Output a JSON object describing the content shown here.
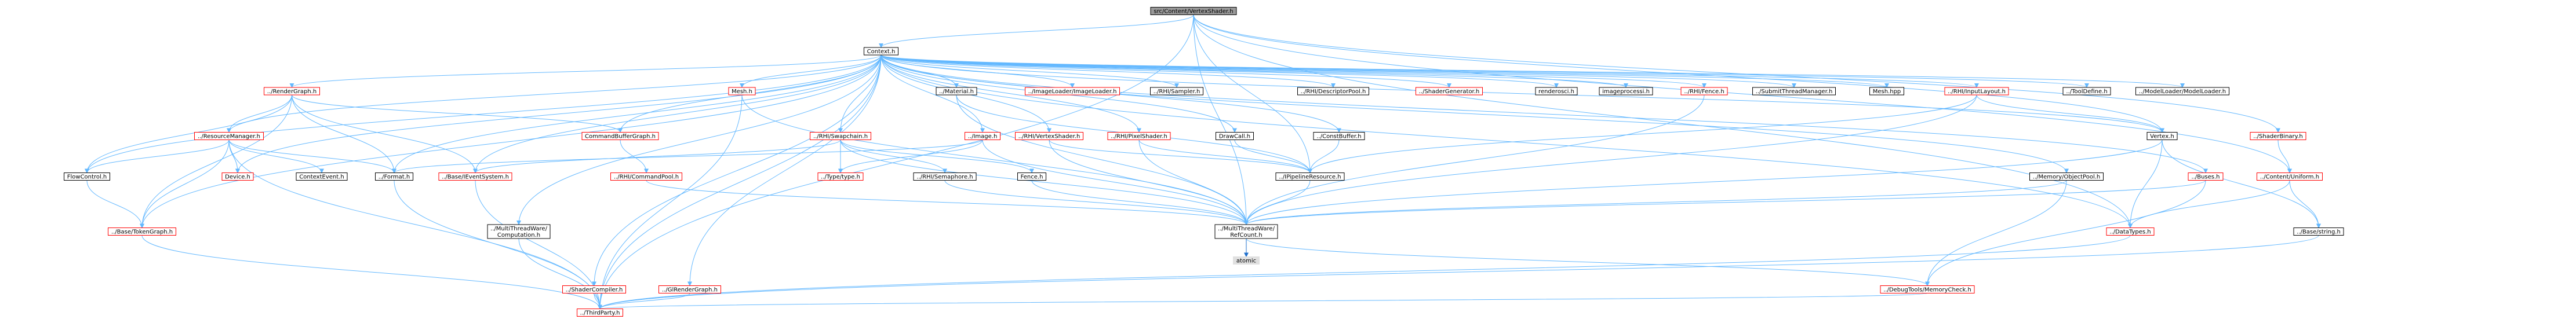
{
  "colors": {
    "node_fill": "#ffffff",
    "node_stroke": "#000000",
    "node_missing_stroke": "#ff0000",
    "root_fill": "#999999",
    "external_fill": "#e0e0e0",
    "edge_light": "#63b8ff",
    "edge_dark": "#1f6fcc"
  },
  "nodes": [
    {
      "id": "root",
      "label": "src/Content/VertexShader.h",
      "kind": "root"
    },
    {
      "id": "context",
      "label": "Context.h",
      "kind": "normal"
    },
    {
      "id": "rendergraph",
      "label": "../RenderGraph.h",
      "kind": "missing"
    },
    {
      "id": "mesh",
      "label": "Mesh.h",
      "kind": "missing"
    },
    {
      "id": "material",
      "label": "../Material.h",
      "kind": "normal"
    },
    {
      "id": "imageloader",
      "label": "../ImageLoader/ImageLoader.h",
      "kind": "missing"
    },
    {
      "id": "rhisampler",
      "label": "../RHI/Sampler.h",
      "kind": "normal"
    },
    {
      "id": "rhidescriptorpool",
      "label": "../RHI/DescriptorPool.h",
      "kind": "normal"
    },
    {
      "id": "shadergenerator",
      "label": "../ShaderGenerator.h",
      "kind": "missing"
    },
    {
      "id": "renderosci",
      "label": "renderosci.h",
      "kind": "normal"
    },
    {
      "id": "imageprocessi",
      "label": "imageprocessi.h",
      "kind": "normal"
    },
    {
      "id": "rhifence",
      "label": "../RHI/Fence.h",
      "kind": "missing"
    },
    {
      "id": "submitthread",
      "label": "../SubmitThreadManager.h",
      "kind": "normal"
    },
    {
      "id": "meshhpp",
      "label": "Mesh.hpp",
      "kind": "normal"
    },
    {
      "id": "rhiinputlayout",
      "label": "../RHI/InputLayout.h",
      "kind": "missing"
    },
    {
      "id": "tooldefine",
      "label": "../ToolDefine.h",
      "kind": "normal"
    },
    {
      "id": "modelloader",
      "label": "../ModelLoader/ModelLoader.h",
      "kind": "normal"
    },
    {
      "id": "resourcemanager",
      "label": "../ResourceManager.h",
      "kind": "missing"
    },
    {
      "id": "commandbuffergraph",
      "label": "CommandBufferGraph.h",
      "kind": "missing"
    },
    {
      "id": "rhiswapchain",
      "label": "../RHI/Swapchain.h",
      "kind": "missing"
    },
    {
      "id": "image",
      "label": "../Image.h",
      "kind": "missing"
    },
    {
      "id": "rhivertexshader",
      "label": "../RHI/VertexShader.h",
      "kind": "missing"
    },
    {
      "id": "rhipixelshader",
      "label": "../RHI/PixelShader.h",
      "kind": "missing"
    },
    {
      "id": "drawcall",
      "label": "DrawCall.h",
      "kind": "normal"
    },
    {
      "id": "constbuffer",
      "label": "../ConstBuffer.h",
      "kind": "normal"
    },
    {
      "id": "shaderbinary",
      "label": "../ShaderBinary.h",
      "kind": "missing"
    },
    {
      "id": "vertex",
      "label": "Vertex.h",
      "kind": "normal"
    },
    {
      "id": "flowcontrol",
      "label": "FlowControl.h",
      "kind": "normal"
    },
    {
      "id": "device",
      "label": "Device.h",
      "kind": "missing"
    },
    {
      "id": "contextevent",
      "label": "ContextEvent.h",
      "kind": "normal"
    },
    {
      "id": "format",
      "label": "../Format.h",
      "kind": "normal"
    },
    {
      "id": "ieventsystem",
      "label": "../Base/IEventSystem.h",
      "kind": "missing"
    },
    {
      "id": "rhicommandpool",
      "label": "../RHI/CommandPool.h",
      "kind": "missing"
    },
    {
      "id": "typetype",
      "label": "../Type/type.h",
      "kind": "missing"
    },
    {
      "id": "rhisemaphore",
      "label": "../RHI/Semaphore.h",
      "kind": "normal"
    },
    {
      "id": "fence",
      "label": "Fence.h",
      "kind": "normal"
    },
    {
      "id": "pipelineresource",
      "label": "../IPipelineResource.h",
      "kind": "normal"
    },
    {
      "id": "memoryobjectpool",
      "label": "../Memory/ObjectPool.h",
      "kind": "normal"
    },
    {
      "id": "buses",
      "label": "../Buses.h",
      "kind": "missing"
    },
    {
      "id": "contentuniform",
      "label": "../Content/Uniform.h",
      "kind": "missing"
    },
    {
      "id": "tokengraph",
      "label": "../Base/TokenGraph.h",
      "kind": "missing"
    },
    {
      "id": "multithreadcomputation",
      "label": "../MultiThreadWare/Computation.h",
      "kind": "normal"
    },
    {
      "id": "multithreadrefcount",
      "label": "../MultiThreadWare/RefCount.h",
      "kind": "normal"
    },
    {
      "id": "datatypes",
      "label": "../DataTypes.h",
      "kind": "missing"
    },
    {
      "id": "basestring",
      "label": "../Base/string.h",
      "kind": "normal"
    },
    {
      "id": "atomic",
      "label": "atomic",
      "kind": "external"
    },
    {
      "id": "shadercompiler",
      "label": "../ShaderCompiler.h",
      "kind": "missing"
    },
    {
      "id": "glrendergraph",
      "label": "../GlRenderGraph.h",
      "kind": "missing"
    },
    {
      "id": "memorycheck",
      "label": "../DebugTools/MemoryCheck.h",
      "kind": "missing"
    },
    {
      "id": "thirdparty",
      "label": "../ThirdParty.h",
      "kind": "missing"
    }
  ]
}
